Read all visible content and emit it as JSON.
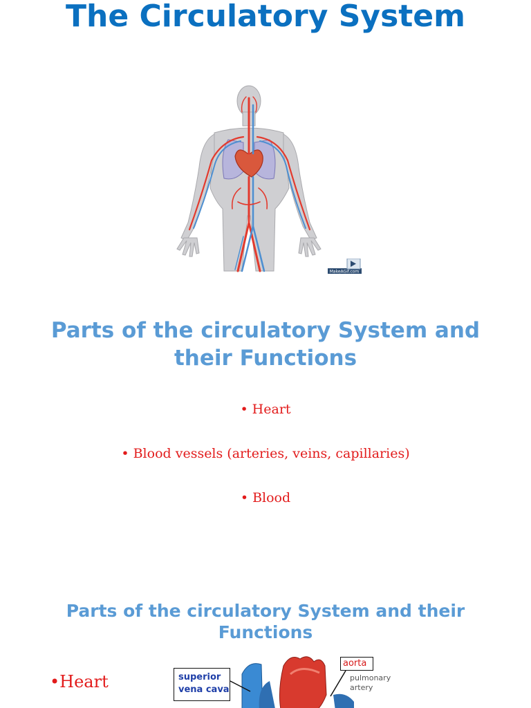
{
  "slide1": {
    "title": "The Circulatory System",
    "image": "human-circulatory-system-figure",
    "watermark": "MakeAGif.com"
  },
  "slide2": {
    "title": "Parts of the circulatory System and their Functions",
    "bullets": [
      "Heart",
      "Blood vessels (arteries, veins,  capillaries)",
      "Blood"
    ]
  },
  "slide3": {
    "title": "Parts of the circulatory System and their Functions",
    "bullet": "Heart",
    "image": "heart-diagram",
    "labels": {
      "superior_vena_cava": "superior vena cava",
      "aorta": "aorta",
      "pulmonary_artery": "pulmonary artery"
    }
  },
  "colors": {
    "title_blue": "#0b70c0",
    "heading_blue": "#5a9bd5",
    "bullet_red": "#e21b1b"
  }
}
